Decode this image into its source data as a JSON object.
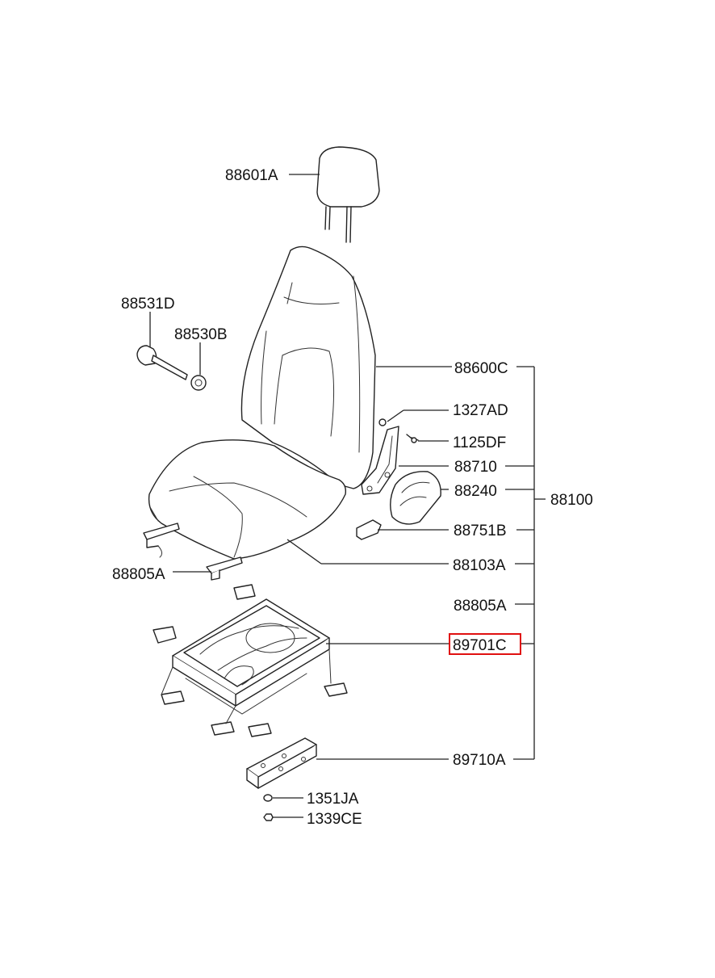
{
  "colors": {
    "line": "#222222",
    "highlight": "#e01010",
    "background": "#ffffff"
  },
  "labels": {
    "p88601A": "88601A",
    "p88531D": "88531D",
    "p88530B": "88530B",
    "p88600C": "88600C",
    "p1327AD": "1327AD",
    "p1125DF": "1125DF",
    "p88710": "88710",
    "p88240": "88240",
    "p88100": "88100",
    "p88751B": "88751B",
    "p88805A_left": "88805A",
    "p88103A": "88103A",
    "p88805A_right": "88805A",
    "p89701C": "89701C",
    "p89710A": "89710A",
    "p1351JA": "1351JA",
    "p1339CE": "1339CE"
  },
  "highlighted_part": "89701C"
}
